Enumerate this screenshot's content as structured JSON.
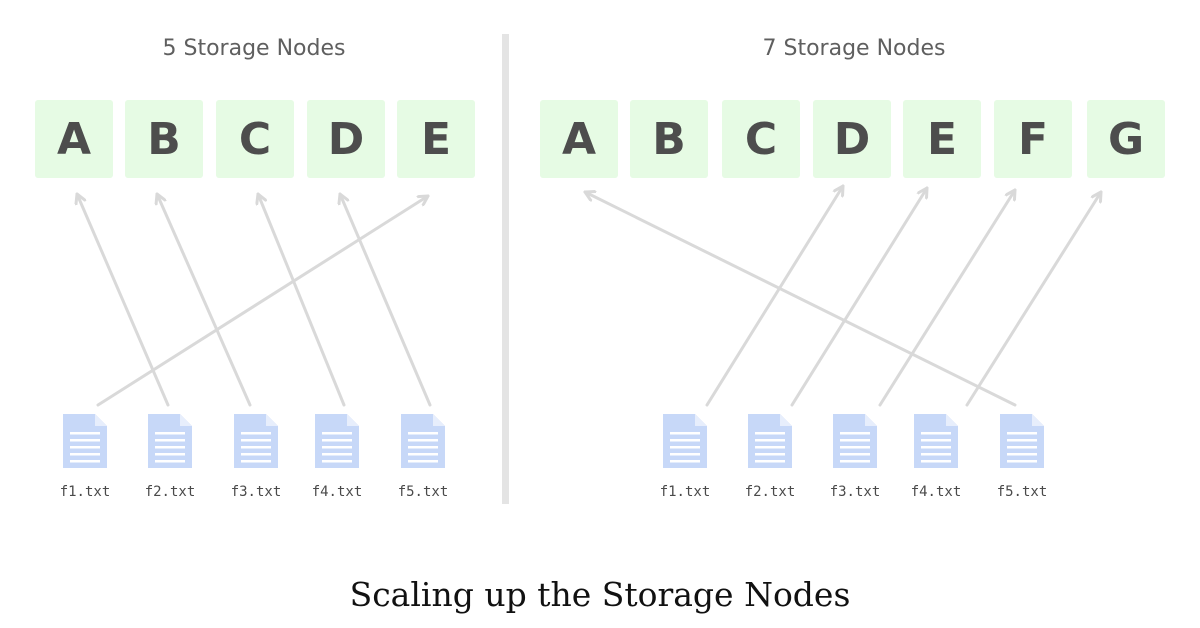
{
  "left_panel": {
    "title": "5 Storage Nodes",
    "nodes": [
      "A",
      "B",
      "C",
      "D",
      "E"
    ],
    "files": [
      "f1.txt",
      "f2.txt",
      "f3.txt",
      "f4.txt",
      "f5.txt"
    ],
    "assignments": [
      {
        "file": "f1.txt",
        "node": "E"
      },
      {
        "file": "f2.txt",
        "node": "A"
      },
      {
        "file": "f3.txt",
        "node": "B"
      },
      {
        "file": "f4.txt",
        "node": "C"
      },
      {
        "file": "f5.txt",
        "node": "D"
      }
    ]
  },
  "right_panel": {
    "title": "7 Storage Nodes",
    "nodes": [
      "A",
      "B",
      "C",
      "D",
      "E",
      "F",
      "G"
    ],
    "files": [
      "f1.txt",
      "f2.txt",
      "f3.txt",
      "f4.txt",
      "f5.txt"
    ],
    "assignments": [
      {
        "file": "f1.txt",
        "node": "D"
      },
      {
        "file": "f2.txt",
        "node": "E"
      },
      {
        "file": "f3.txt",
        "node": "F"
      },
      {
        "file": "f4.txt",
        "node": "G"
      },
      {
        "file": "f5.txt",
        "node": "A"
      }
    ]
  },
  "caption": "Scaling up the Storage Nodes",
  "colors": {
    "node_bg": "#e6fbe4",
    "node_text": "#4d4d4d",
    "arrow": "#d9d9d9",
    "file_icon": "#c7d8f8",
    "divider": "#e4e4e4"
  },
  "icons": {
    "file": "document-icon"
  }
}
